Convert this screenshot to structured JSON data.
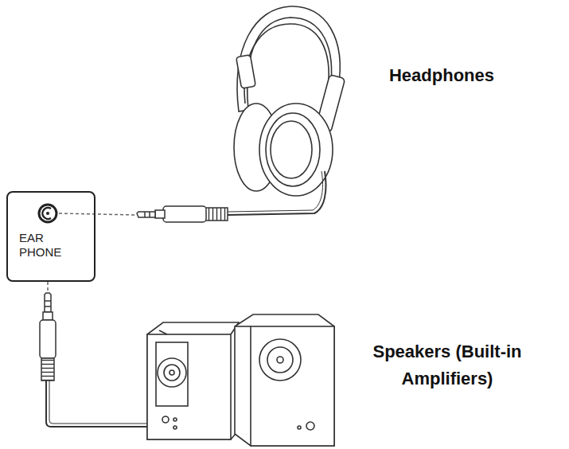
{
  "diagram": {
    "nodes": [
      {
        "text": [
          "EAR PHONE"
        ]
      }
    ],
    "labels": [
      "Headphones",
      "Speakers (Built-in Amplifiers)"
    ]
  }
}
